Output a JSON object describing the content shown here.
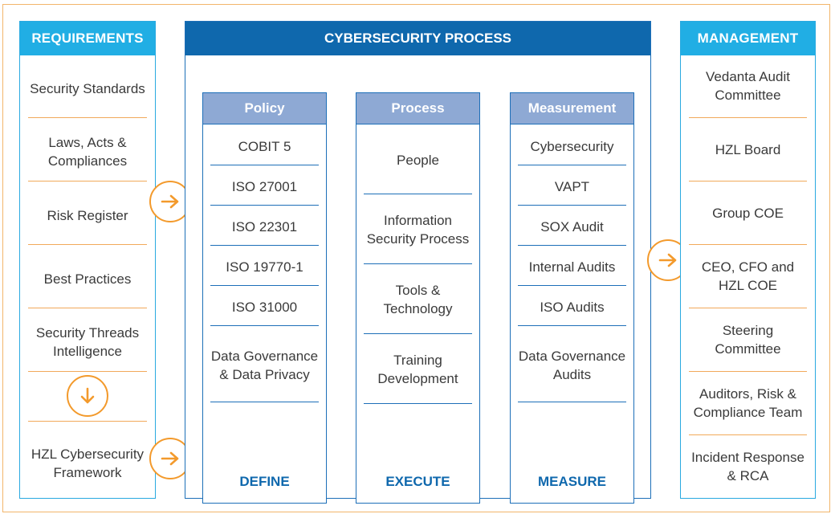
{
  "requirements": {
    "title": "REQUIREMENTS",
    "items": [
      "Security Standards",
      "Laws, Acts & Compliances",
      "Risk Register",
      "Best Practices",
      "Security Threads Intelligence",
      "HZL Cybersecurity Framework"
    ]
  },
  "process": {
    "title": "CYBERSECURITY PROCESS",
    "columns": [
      {
        "header": "Policy",
        "items": [
          "COBIT 5",
          "ISO 27001",
          "ISO 22301",
          "ISO 19770-1",
          "ISO 31000",
          "Data Governance & Data Privacy"
        ],
        "footer": "DEFINE"
      },
      {
        "header": "Process",
        "items": [
          "People",
          "Information Security Process",
          "Tools & Technology",
          "Training Development"
        ],
        "footer": "EXECUTE"
      },
      {
        "header": "Measurement",
        "items": [
          "Cybersecurity",
          "VAPT",
          "SOX Audit",
          "Internal Audits",
          "ISO Audits",
          "Data Governance Audits"
        ],
        "footer": "MEASURE"
      }
    ]
  },
  "management": {
    "title": "MANAGEMENT",
    "items": [
      "Vedanta Audit Committee",
      "HZL Board",
      "Group COE",
      "CEO, CFO and HZL COE",
      "Steering Committee",
      "Auditors, Risk & Compliance Team",
      "Incident Response & RCA"
    ]
  },
  "colors": {
    "side_header": "#21aee4",
    "center_header": "#0f68ad",
    "sub_header": "#8ea9d4",
    "divider_orange": "#f1a95a",
    "arrow": "#f39a2c",
    "footer_text": "#0f68ad"
  },
  "icons": [
    "arrow-right-icon",
    "arrow-down-icon"
  ]
}
